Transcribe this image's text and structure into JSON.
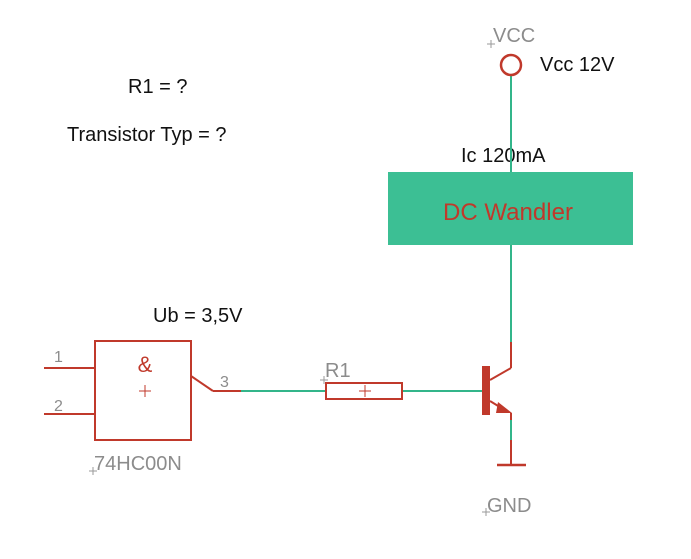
{
  "annotations": {
    "r1_question": "R1 = ?",
    "transistor_question": "Transistor Typ = ?",
    "supply_voltage": "Ub = 3,5V",
    "vcc_value": "Vcc 12V",
    "collector_current": "Ic 120mA"
  },
  "components": {
    "vcc_label": "VCC",
    "gnd_label": "GND",
    "resistor_label": "R1",
    "converter_label": "DC Wandler",
    "gate_symbol": "&",
    "gate_part": "74HC00N",
    "pin1": "1",
    "pin2": "2",
    "pin3": "3",
    "plus_mark": "+"
  },
  "colors": {
    "wire": "#33b58a",
    "symbol": "#c0392b",
    "converter_fill": "#3cbf94",
    "label_text": "#111111",
    "grey_text": "#8c8c8c"
  }
}
